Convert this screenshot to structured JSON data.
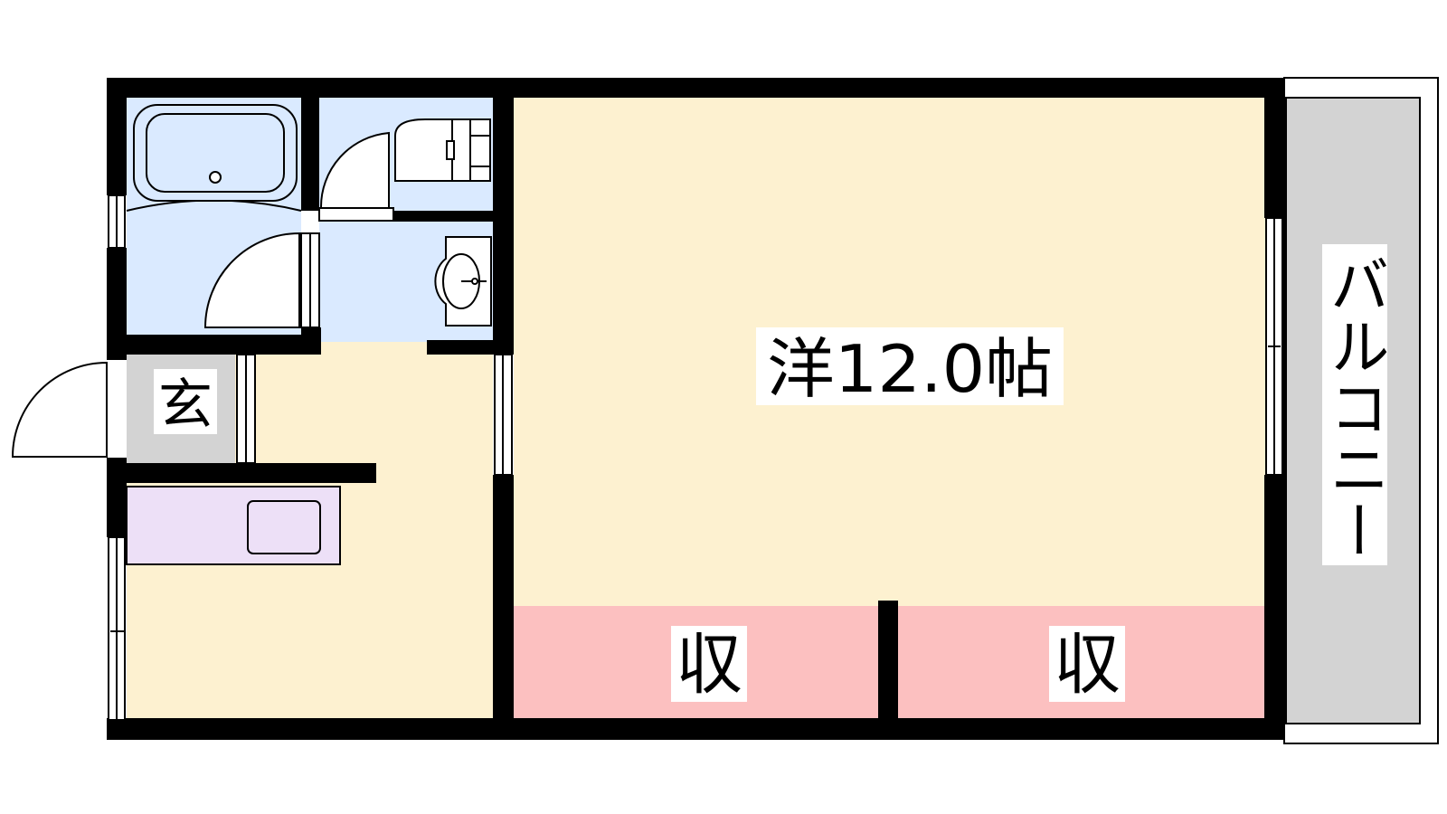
{
  "rooms": {
    "western_room": {
      "label": "洋12.0帖"
    },
    "closet_left": {
      "label": "収"
    },
    "closet_right": {
      "label": "収"
    },
    "entrance": {
      "label": "玄"
    },
    "balcony": {
      "label": "バルコニー"
    }
  },
  "colors": {
    "wall": "#000000",
    "floor_wood": "#fdf1d0",
    "wet_area": "#daeaff",
    "closet": "#fcc0c0",
    "entrance_tile": "#d3d3d3",
    "kitchen": "#ede0f7",
    "balcony": "#d3d3d3",
    "background": "#ffffff"
  }
}
